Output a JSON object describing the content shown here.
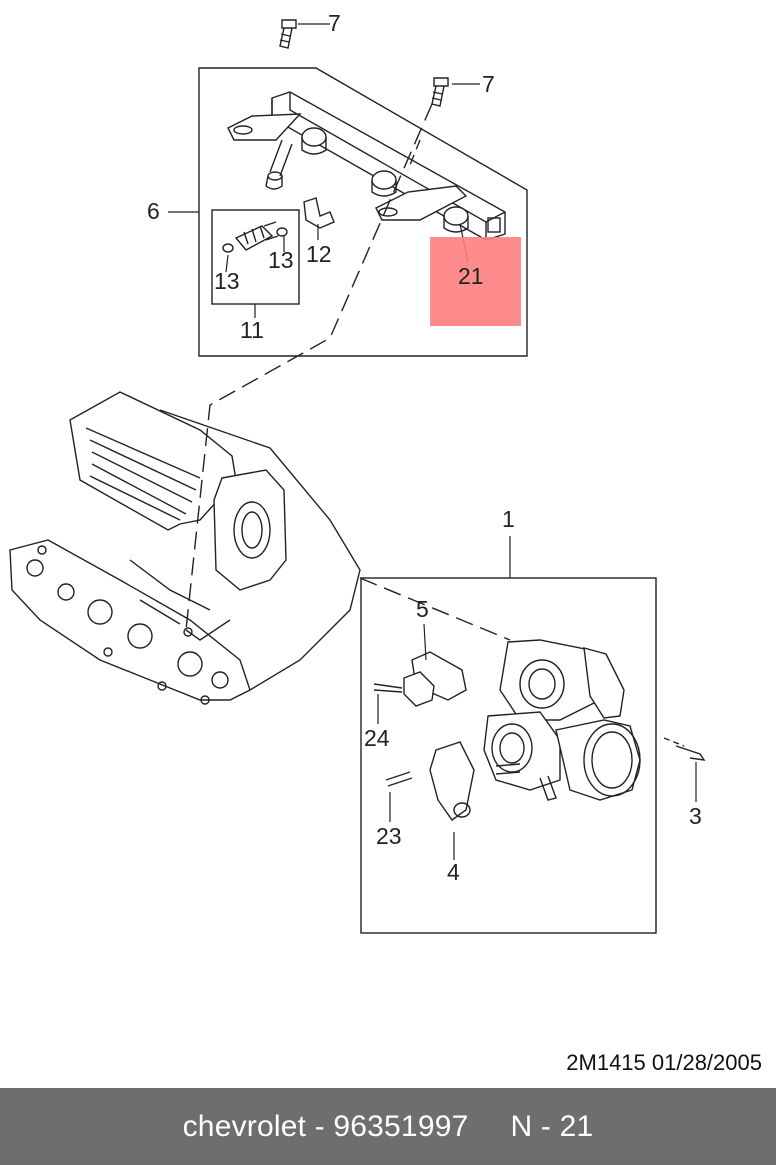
{
  "callouts": {
    "c1": "1",
    "c3": "3",
    "c4": "4",
    "c5": "5",
    "c6": "6",
    "c7a": "7",
    "c7b": "7",
    "c11": "11",
    "c12": "12",
    "c13a": "13",
    "c13b": "13",
    "c21": "21",
    "c23": "23",
    "c24": "24"
  },
  "highlight": {
    "callout": "21",
    "color": "#ff8080"
  },
  "reference": "2M1415  01/28/2005",
  "footer": {
    "part": "chevrolet - 96351997",
    "position": "N - 21",
    "background": "#6e6e6e"
  }
}
